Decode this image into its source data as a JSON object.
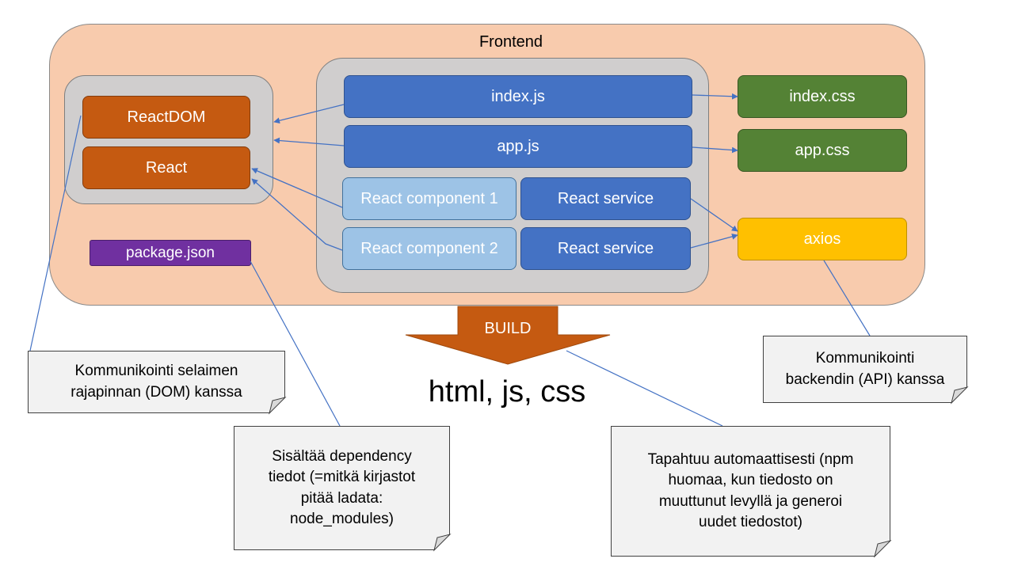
{
  "frontend": {
    "title": "Frontend"
  },
  "react_group": {
    "reactdom": "ReactDOM",
    "react": "React"
  },
  "package_json": "package.json",
  "app_group": {
    "index_js": "index.js",
    "app_js": "app.js",
    "component1": "React component 1",
    "component2": "React component 2",
    "service1": "React service",
    "service2": "React service"
  },
  "styles": {
    "index_css": "index.css",
    "app_css": "app.css"
  },
  "axios": "axios",
  "build": {
    "label": "BUILD",
    "output": "html, js, css"
  },
  "notes": {
    "dom": [
      "Kommunikointi selaimen",
      "rajapinnan (DOM) kanssa"
    ],
    "dependency": [
      "Sisältää dependency",
      "tiedot (=mitkä kirjastot",
      "pitää ladata:",
      "node_modules)"
    ],
    "build": [
      "Tapahtuu automaattisesti (npm",
      "huomaa, kun tiedosto on",
      "muuttunut levyllä ja generoi",
      "uudet tiedostot)"
    ],
    "backend": [
      "Kommunikointi",
      "backendin (API) kanssa"
    ]
  },
  "colors": {
    "frontend_fill": "#f8cbad",
    "group_fill": "#d0cece",
    "react_orange": "#c55a11",
    "app_blue": "#4472c4",
    "component_lightblue": "#9dc3e6",
    "css_green": "#548235",
    "axios_yellow": "#ffc000",
    "package_purple": "#7030a0",
    "connector": "#4472c4",
    "note_fill": "#f2f2f2"
  }
}
